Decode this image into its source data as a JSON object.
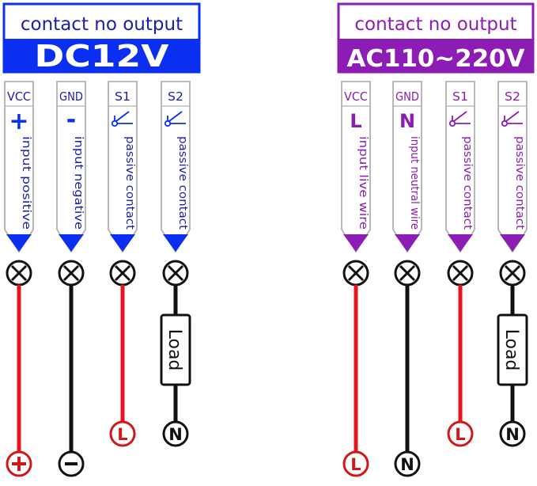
{
  "panels": [
    {
      "id": "dc",
      "header_text": "contact no output",
      "voltage_label": "DC12V",
      "accent_color": "#0a2ff0",
      "terminals": [
        {
          "name": "VCC",
          "symbol": "+",
          "symbol_type": "plus-icon",
          "description": "input positive",
          "wire_color": "#e8141c",
          "load": "",
          "end_label": "+"
        },
        {
          "name": "GND",
          "symbol": "-",
          "symbol_type": "minus-icon",
          "description": "input negative",
          "wire_color": "#111111",
          "load": "",
          "end_label": "-"
        },
        {
          "name": "S1",
          "symbol": "",
          "symbol_type": "switch-icon",
          "description": "passive contact",
          "wire_color": "#e8141c",
          "load": "",
          "end_label": "L"
        },
        {
          "name": "S2",
          "symbol": "",
          "symbol_type": "switch-icon",
          "description": "passive contact",
          "wire_color": "#111111",
          "load": "Load",
          "end_label": "N"
        }
      ]
    },
    {
      "id": "ac",
      "header_text": "contact no output",
      "voltage_label": "AC110~220V",
      "accent_color": "#8c1cb4",
      "terminals": [
        {
          "name": "VCC",
          "symbol": "L",
          "symbol_type": "letter",
          "description": "input live wire",
          "wire_color": "#e8141c",
          "load": "",
          "end_label": "L"
        },
        {
          "name": "GND",
          "symbol": "N",
          "symbol_type": "letter",
          "description": "input neutral wire",
          "wire_color": "#111111",
          "load": "",
          "end_label": "N"
        },
        {
          "name": "S1",
          "symbol": "",
          "symbol_type": "switch-icon",
          "description": "passive contact",
          "wire_color": "#e8141c",
          "load": "",
          "end_label": "L"
        },
        {
          "name": "S2",
          "symbol": "",
          "symbol_type": "switch-icon",
          "description": "passive contact",
          "wire_color": "#111111",
          "load": "Load",
          "end_label": "N"
        }
      ]
    }
  ],
  "colors": {
    "red_terminal": "#d01818",
    "black_terminal": "#111111",
    "text_blue": "#1d1da8"
  }
}
